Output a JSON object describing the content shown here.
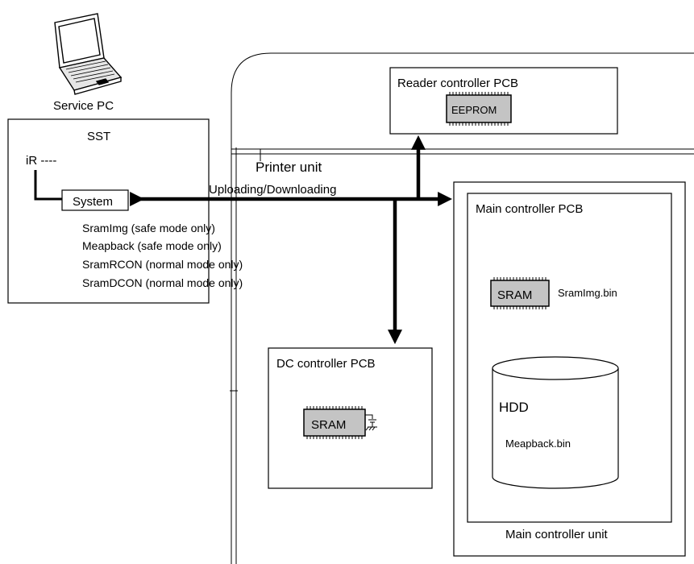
{
  "service_pc": {
    "label": "Service PC"
  },
  "sst": {
    "title": "SST",
    "ir_label": "iR ----",
    "system_label": "System",
    "items": [
      "SramImg (safe mode only)",
      "Meapback (safe mode only)",
      "SramRCON (normal mode only)",
      "SramDCON (normal mode only)"
    ]
  },
  "connection": {
    "label": "Uploading/Downloading"
  },
  "printer_unit": {
    "label": "Printer unit"
  },
  "reader_controller": {
    "title": "Reader controller PCB",
    "chip_label": "EEPROM"
  },
  "dc_controller": {
    "title": "DC controller PCB",
    "chip_label": "SRAM"
  },
  "main_controller": {
    "title": "Main controller PCB",
    "chip_label": "SRAM",
    "chip_file": "SramImg.bin",
    "hdd_label": "HDD",
    "hdd_file": "Meapback.bin",
    "unit_label": "Main controller unit"
  },
  "colors": {
    "chip_fill": "#c4c4c4",
    "line": "#000000",
    "background": "#ffffff"
  }
}
